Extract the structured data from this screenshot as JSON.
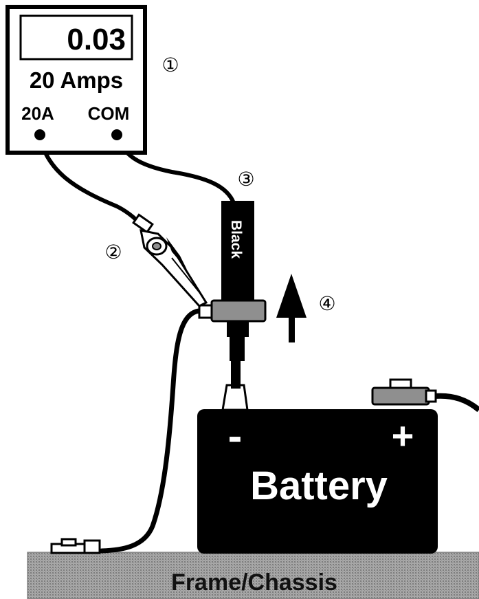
{
  "multimeter": {
    "display_value": "0.03",
    "range_label": "20 Amps",
    "port_left": "20A",
    "port_right": "COM"
  },
  "callouts": [
    "①",
    "②",
    "③",
    "④"
  ],
  "negative_boot_label": "Black",
  "battery": {
    "label": "Battery",
    "negative_sign": "-",
    "positive_sign": "+"
  },
  "frame_label": "Frame/Chassis",
  "colors": {
    "ink": "#000000",
    "paper": "#ffffff",
    "clamp_gray": "#8f8f8f",
    "chassis_gray": "#9a9a9a"
  }
}
